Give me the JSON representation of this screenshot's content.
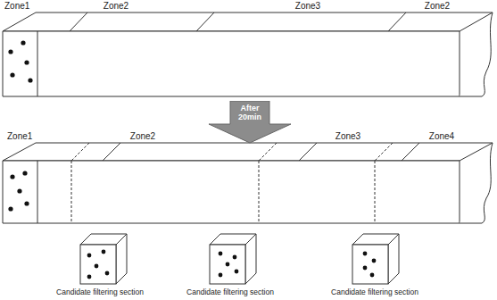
{
  "diagram": {
    "nodes": [
      {
        "text": [
          "After 20min"
        ]
      }
    ],
    "labels": [
      "Zone1",
      "Zone2",
      "Zone3",
      "Zone2",
      "Zone1",
      "Zone2",
      "Zone3",
      "Zone4",
      "Candidate filtering section",
      "Candidate filtering section",
      "Candidate filtering section"
    ]
  }
}
